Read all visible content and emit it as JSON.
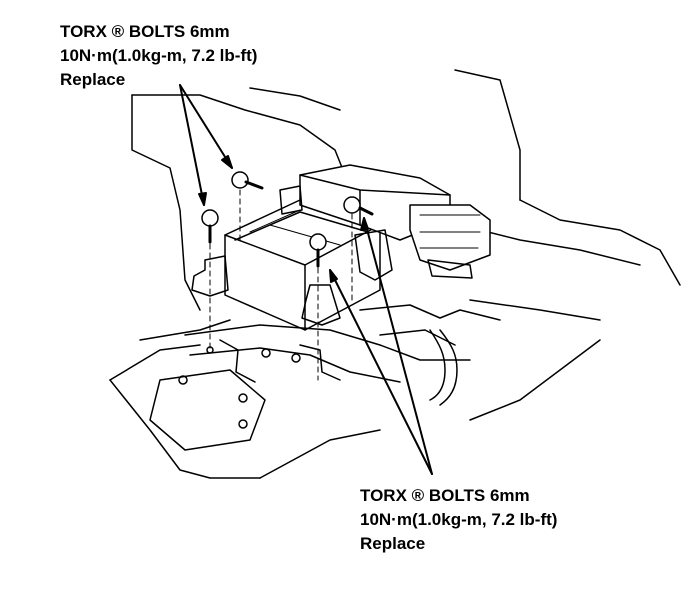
{
  "callout_top": {
    "line1": "TORX ® BOLTS 6mm",
    "line2": "10N·m(1.0kg-m, 7.2 lb-ft)",
    "line3": "Replace"
  },
  "callout_bottom": {
    "line1": "TORX ® BOLTS 6mm",
    "line2": "10N·m(1.0kg-m, 7.2 lb-ft)",
    "line3": "Replace"
  },
  "colors": {
    "ink": "#000000",
    "paper": "#ffffff"
  }
}
